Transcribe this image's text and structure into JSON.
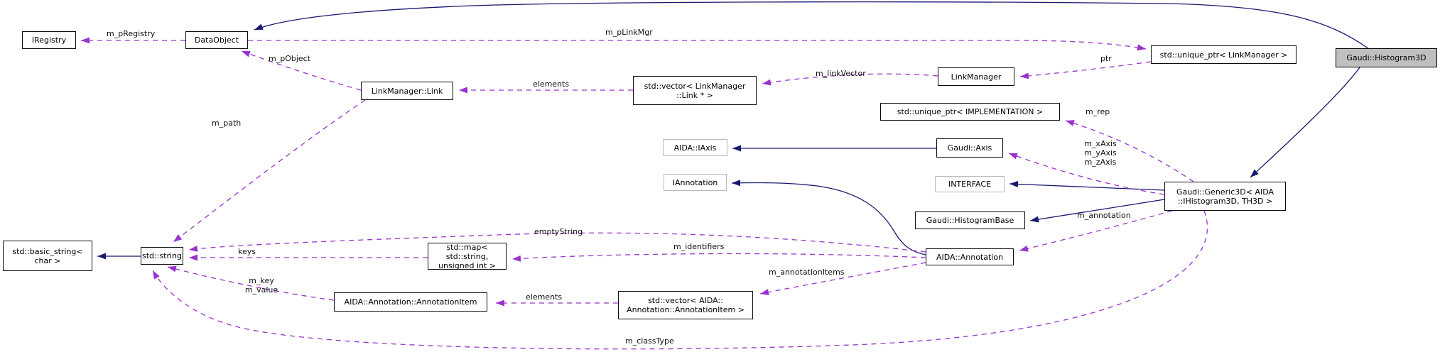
{
  "diagram": {
    "type": "doxygen-collaboration-graph",
    "focus_class": "Gaudi::Histogram3D",
    "colors": {
      "inheritance_edge": "#191970",
      "usage_edge": "#9a32cd",
      "selected_node_fill": "#bfbfbf",
      "node_border": "#0c0c0c",
      "external_node_border": "#b9b9b9",
      "background": "#ffffff"
    },
    "nodes": {
      "iregistry": "IRegistry",
      "dataobject": "DataObject",
      "linkmanager_link": "LinkManager::Link",
      "vector_link": "std::vector< LinkManager\n::Link * >",
      "linkmanager": "LinkManager",
      "unique_ptr_linkmanager": "std::unique_ptr< LinkManager >",
      "histogram3d": "Gaudi::Histogram3D",
      "unique_ptr_implementation": "std::unique_ptr< IMPLEMENTATION >",
      "aida_iaxis": "AIDA::IAxis",
      "gaudi_axis": "Gaudi::Axis",
      "iannotation": "IAnnotation",
      "interface": "INTERFACE",
      "histogrambase": "Gaudi::HistogramBase",
      "aida_annotation": "AIDA::Annotation",
      "generic3d": "Gaudi::Generic3D< AIDA\n::IHistogram3D, TH3D >",
      "basic_string": "std::basic_string<\nchar >",
      "std_string": "std::string",
      "std_map": "std::map< std::string,\nunsigned int >",
      "annotationitem": "AIDA::Annotation::AnnotationItem",
      "vector_annotationitem": "std::vector< AIDA::\nAnnotation::AnnotationItem >"
    },
    "edge_labels": {
      "m_pRegistry": "m_pRegistry",
      "m_pObject": "m_pObject",
      "m_pLinkMgr": "m_pLinkMgr",
      "m_linkVector": "m_linkVector",
      "elements_top": "elements",
      "ptr": "ptr",
      "m_rep": "m_rep",
      "m_axes": "m_xAxis\nm_yAxis\nm_zAxis",
      "m_annotation": "m_annotation",
      "m_identifiers": "m_identifiers",
      "emptyString": "emptyString",
      "keys": "keys",
      "m_key_m_value": "m_key\nm_value",
      "m_annotationItems": "m_annotationItems",
      "elements_bottom": "elements",
      "m_classType": "m_classType"
    }
  }
}
